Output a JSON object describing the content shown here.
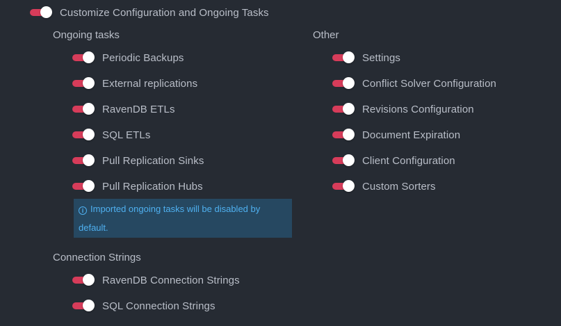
{
  "main_toggle": {
    "label": "Customize Configuration and Ongoing Tasks",
    "checked": true
  },
  "ongoing_tasks": {
    "heading": "Ongoing tasks",
    "items": [
      {
        "label": "Periodic Backups",
        "checked": true
      },
      {
        "label": "External replications",
        "checked": true
      },
      {
        "label": "RavenDB ETLs",
        "checked": true
      },
      {
        "label": "SQL ETLs",
        "checked": true
      },
      {
        "label": "Pull Replication Sinks",
        "checked": true
      },
      {
        "label": "Pull Replication Hubs",
        "checked": true
      }
    ],
    "alert": {
      "icon": "info-circle-icon",
      "text": "Imported ongoing tasks will be disabled by default."
    }
  },
  "other": {
    "heading": "Other",
    "items": [
      {
        "label": "Settings",
        "checked": true
      },
      {
        "label": "Conflict Solver Configuration",
        "checked": true
      },
      {
        "label": "Revisions Configuration",
        "checked": true
      },
      {
        "label": "Document Expiration",
        "checked": true
      },
      {
        "label": "Client Configuration",
        "checked": true
      },
      {
        "label": "Custom Sorters",
        "checked": true
      }
    ]
  },
  "connection_strings": {
    "heading": "Connection Strings",
    "items": [
      {
        "label": "RavenDB Connection Strings",
        "checked": true
      },
      {
        "label": "SQL Connection Strings",
        "checked": true
      }
    ]
  },
  "colors": {
    "background": "#262b33",
    "toggle_on": "#d73c5a",
    "knob": "#ffffff",
    "text": "#b9bec8",
    "alert_bg": "#264861",
    "alert_text": "#4fb0f0"
  }
}
